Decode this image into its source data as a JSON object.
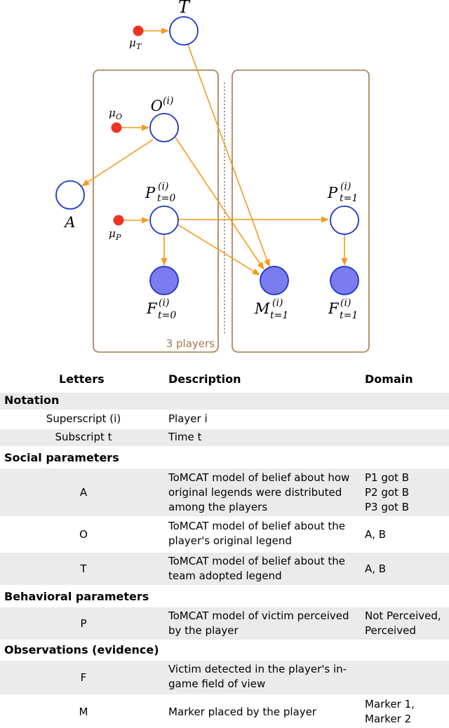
{
  "diagram": {
    "node_labels": {
      "T": "T",
      "O_main": "O",
      "O_sup": "(i)",
      "A": "A",
      "P0_main": "P",
      "P0_sup": "(i)",
      "P0_sub": "t=0",
      "P1_main": "P",
      "P1_sup": "(i)",
      "P1_sub": "t=1",
      "F0_main": "F",
      "F0_sup": "(i)",
      "F0_sub": "t=0",
      "M1_main": "M",
      "M1_sup": "(i)",
      "M1_sub": "t=1",
      "F1_main": "F",
      "F1_sup": "(i)",
      "F1_sub": "t=1"
    },
    "prior_labels": {
      "muT_main": "μ",
      "muT_sub": "T",
      "muO_main": "μ",
      "muO_sub": "O",
      "muP_main": "μ",
      "muP_sub": "P"
    },
    "plate_label": "3 players",
    "colors": {
      "plate": "#a0784a",
      "arrow": "#f59a1d",
      "prior": "#ee3322",
      "node_stroke": "#1a35c8",
      "observed_fill": "#7b7cf0"
    }
  },
  "table": {
    "headers": {
      "letters": "Letters",
      "description": "Description",
      "domain": "Domain"
    },
    "sections": {
      "notation": "Notation",
      "social": "Social parameters",
      "behavioral": "Behavioral parameters",
      "observations": "Observations (evidence)"
    },
    "rows": {
      "superscript": {
        "letter": "Superscript (i)",
        "desc": "Player i",
        "domain": ""
      },
      "subscript": {
        "letter": "Subscript t",
        "desc": "Time t",
        "domain": ""
      },
      "A": {
        "letter": "A",
        "desc": [
          "ToMCAT model of belief about how",
          "original legends were distributed",
          "among the players"
        ],
        "domain": [
          "P1 got B",
          "P2 got B",
          "P3 got B"
        ]
      },
      "O": {
        "letter": "O",
        "desc": [
          "ToMCAT model of belief about the",
          "player's original legend"
        ],
        "domain": [
          "A, B"
        ]
      },
      "T": {
        "letter": "T",
        "desc": [
          "ToMCAT model of belief about the",
          "team adopted legend"
        ],
        "domain": [
          "A, B"
        ]
      },
      "P": {
        "letter": "P",
        "desc": [
          "ToMCAT model of victim perceived",
          "by the player"
        ],
        "domain": [
          "Not Perceived,",
          "Perceived"
        ]
      },
      "F": {
        "letter": "F",
        "desc": [
          "Victim detected in the player's in-",
          "game field of view"
        ],
        "domain": []
      },
      "M": {
        "letter": "M",
        "desc": [
          "Marker placed by the player"
        ],
        "domain": [
          "Marker 1,",
          "Marker 2"
        ]
      }
    }
  }
}
